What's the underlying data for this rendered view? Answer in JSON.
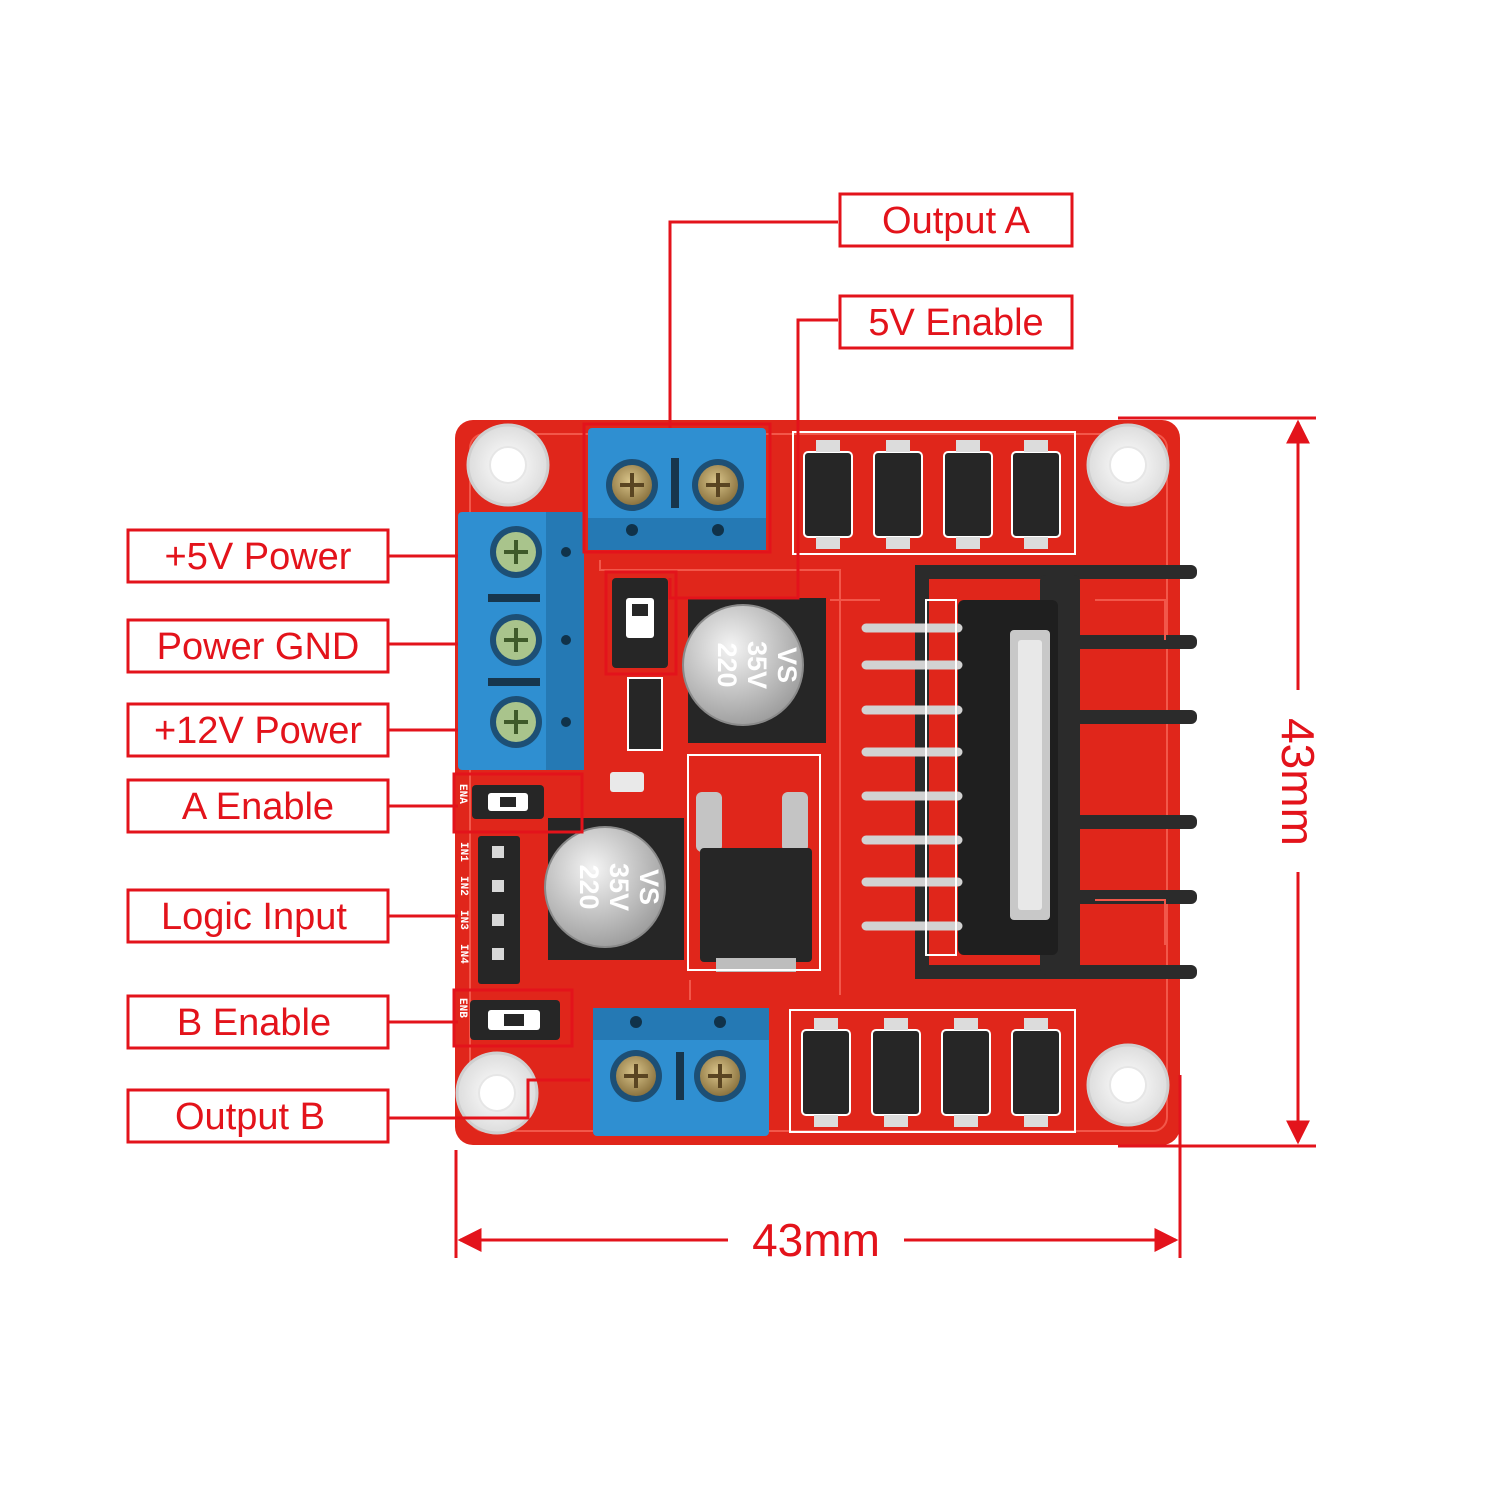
{
  "labels": {
    "output_a": "Output A",
    "five_v_enable": "5V Enable",
    "plus5v_power": "+5V Power",
    "power_gnd": "Power GND",
    "plus12v_power": "+12V Power",
    "a_enable": "A Enable",
    "logic_input": "Logic Input",
    "b_enable": "B Enable",
    "output_b": "Output B"
  },
  "dimensions": {
    "width": "43mm",
    "height": "43mm"
  },
  "capacitor_top": {
    "line1": "220",
    "line2": "35V",
    "line3": "VS"
  },
  "capacitor_bottom": {
    "line1": "220",
    "line2": "35V",
    "line3": "VS"
  },
  "header_pins": {
    "p1": "IN1",
    "p2": "IN2",
    "p3": "IN3",
    "p4": "IN4",
    "ena": "ENA",
    "enb": "ENB"
  },
  "colors": {
    "accent": "#e3131b",
    "board": "#e0261b",
    "terminal": "#2f8fd1",
    "heatsink": "#2b2b2b"
  }
}
